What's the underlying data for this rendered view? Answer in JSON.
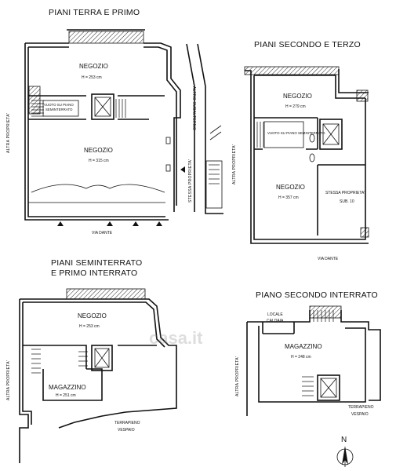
{
  "plans": {
    "ground_first": {
      "title": "PIANI TERRA E PRIMO",
      "rooms": [
        {
          "name": "NEGOZIO",
          "height": "H = 253 cm"
        },
        {
          "name": "NEGOZIO",
          "height": "H = 315 cm"
        }
      ],
      "void_note_1": "VUOTO SU PIANO",
      "void_note_2": "SEMINTERRATO",
      "street": "VIA DANTE",
      "left_side": "ALTRA PROPRIETA'",
      "right_side_1": "ALTRO SUBALTERNO",
      "right_side_2": "STESSA PROPRIETA'"
    },
    "second_third": {
      "title": "PIANI SECONDO E TERZO",
      "rooms": [
        {
          "name": "NEGOZIO",
          "height": "H = 279 cm"
        },
        {
          "name": "NEGOZIO",
          "height": "H = 357 cm"
        }
      ],
      "void_note": "VUOTO SU PIANO SEMINTERRATO",
      "same_property": "STESSA PROPRIETA'",
      "sub": "SUB. 10",
      "street": "VIA DANTE",
      "left_side": "ALTRA PROPRIETA'"
    },
    "basement": {
      "title_line1": "PIANI SEMINTERRATO",
      "title_line2": "E PRIMO INTERRATO",
      "rooms": [
        {
          "name": "NEGOZIO",
          "height": "H = 253 cm"
        },
        {
          "name": "MAGAZZINO",
          "height": "H = 251 cm"
        }
      ],
      "fill_1": "TERRAPIENO",
      "fill_2": "VESPAIO",
      "left_side": "ALTRA PROPRIETA'"
    },
    "second_basement": {
      "title": "PIANO SECONDO INTERRATO",
      "boiler_1": "LOCALE",
      "boiler_2": "CALDAIA",
      "rooms": [
        {
          "name": "MAGAZZINO",
          "height": "H = 248 cm"
        }
      ],
      "fill_1": "TERRAPIENO",
      "fill_2": "VESPAIO",
      "left_side": "ALTRA PROPRIETA'"
    }
  },
  "north": "N",
  "watermark": "casa.it"
}
